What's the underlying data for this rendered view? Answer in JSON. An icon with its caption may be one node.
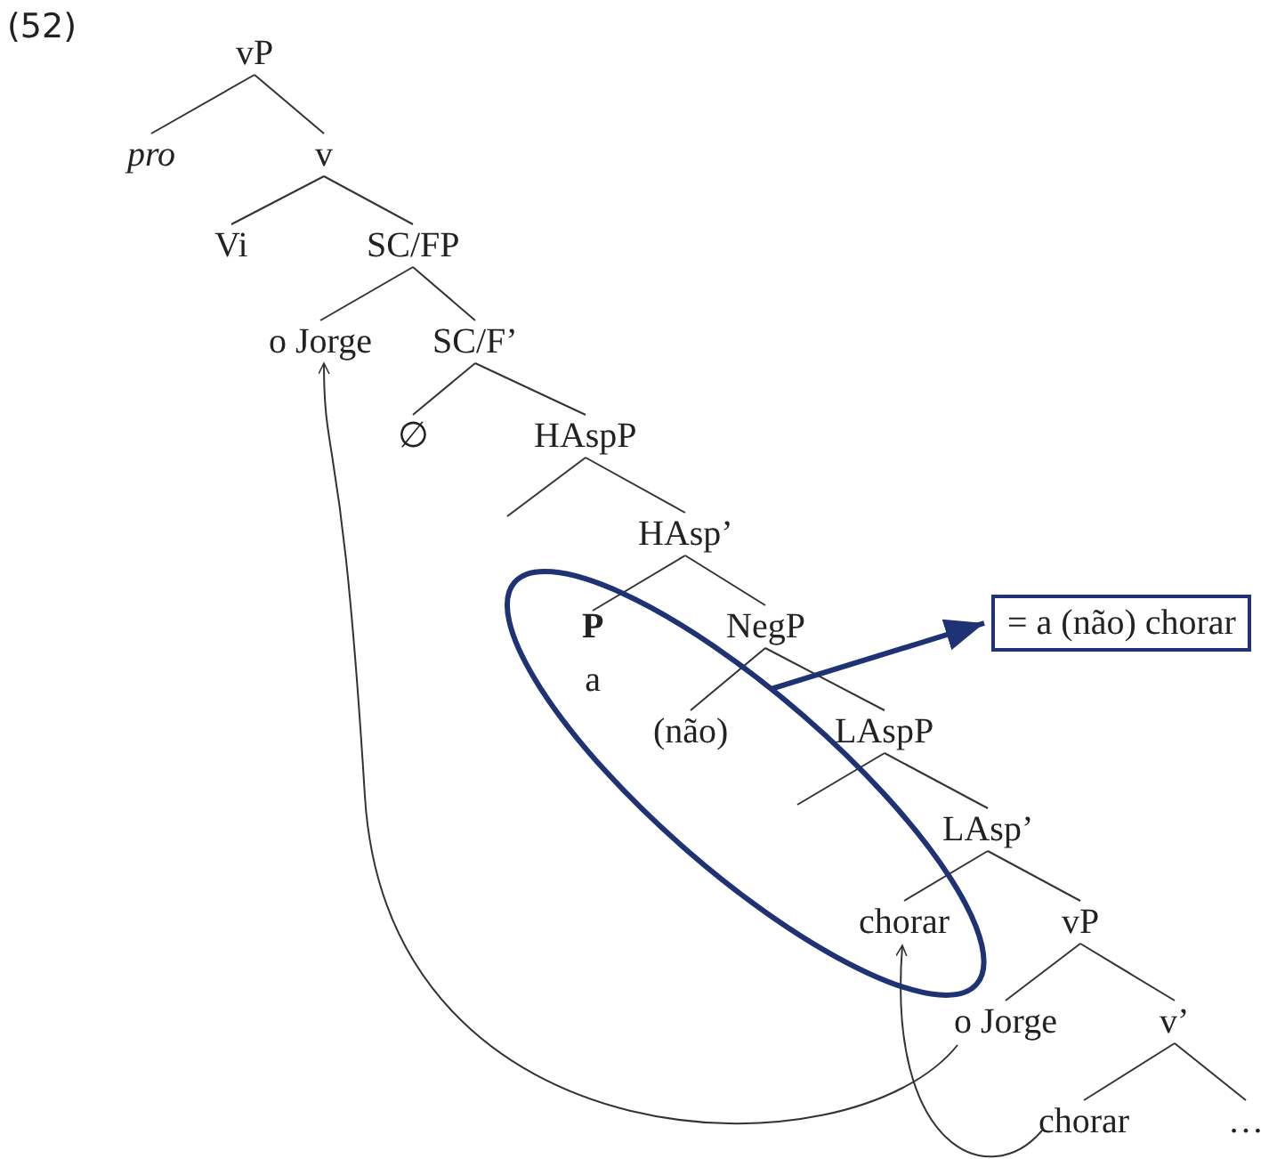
{
  "diagram": {
    "nodes": [
      {
        "text": [
          "vP"
        ]
      },
      {
        "text": [
          "pro"
        ]
      },
      {
        "text": [
          "v"
        ]
      },
      {
        "text": [
          "Vi"
        ]
      },
      {
        "text": [
          "SC/FP"
        ]
      },
      {
        "text": [
          "o Jorge"
        ]
      },
      {
        "text": [
          "SC/F’"
        ]
      },
      {
        "text": [
          "∅"
        ]
      },
      {
        "text": [
          "HAspP"
        ]
      },
      {
        "text": [
          "HAsp’"
        ]
      },
      {
        "text": [],
        "shape": "ellipse"
      },
      {
        "text": [
          "P",
          "a"
        ],
        "in": 10
      },
      {
        "text": [
          "NegP"
        ]
      },
      {
        "text": [
          "(não)"
        ],
        "in": 10
      },
      {
        "text": [
          "LAspP"
        ]
      },
      {
        "text": [
          "LAsp’"
        ]
      },
      {
        "text": [
          "chorar"
        ],
        "in": 10
      },
      {
        "text": [
          "vP"
        ]
      },
      {
        "text": [
          "o Jorge"
        ]
      },
      {
        "text": [
          "v’"
        ]
      },
      {
        "text": [
          "chorar"
        ]
      },
      {
        "text": [
          "…"
        ]
      },
      {
        "text": [
          "= a (não) chorar"
        ]
      }
    ],
    "edges": [
      {
        "from": 0,
        "to": 1,
        "arrow": "none"
      },
      {
        "from": 0,
        "to": 2,
        "arrow": "none"
      },
      {
        "from": 2,
        "to": 3,
        "arrow": "none"
      },
      {
        "from": 2,
        "to": 4,
        "arrow": "none"
      },
      {
        "from": 4,
        "to": 5,
        "arrow": "none"
      },
      {
        "from": 4,
        "to": 6,
        "arrow": "none"
      },
      {
        "from": 6,
        "to": 7,
        "arrow": "none"
      },
      {
        "from": 6,
        "to": 8,
        "arrow": "none"
      },
      {
        "from": 8,
        "to": null,
        "arrow": "none"
      },
      {
        "from": 8,
        "to": 9,
        "arrow": "none"
      },
      {
        "from": 9,
        "to": 11,
        "arrow": "none"
      },
      {
        "from": 9,
        "to": 12,
        "arrow": "none"
      },
      {
        "from": 12,
        "to": 13,
        "arrow": "none"
      },
      {
        "from": 12,
        "to": 14,
        "arrow": "none"
      },
      {
        "from": 14,
        "to": null,
        "arrow": "none"
      },
      {
        "from": 14,
        "to": 15,
        "arrow": "none"
      },
      {
        "from": 15,
        "to": 16,
        "arrow": "none"
      },
      {
        "from": 15,
        "to": 17,
        "arrow": "none"
      },
      {
        "from": 17,
        "to": 18,
        "arrow": "none"
      },
      {
        "from": 17,
        "to": 19,
        "arrow": "none"
      },
      {
        "from": 19,
        "to": 20,
        "arrow": "none"
      },
      {
        "from": 19,
        "to": 21,
        "arrow": "none"
      },
      {
        "from": 18,
        "to": 5,
        "arrow": "to"
      },
      {
        "from": 20,
        "to": 16,
        "arrow": "to"
      },
      {
        "from": 10,
        "to": 22,
        "arrow": "to",
        "style": "thick",
        "color": "#1f3374"
      }
    ],
    "labels": [
      "(52)"
    ]
  }
}
